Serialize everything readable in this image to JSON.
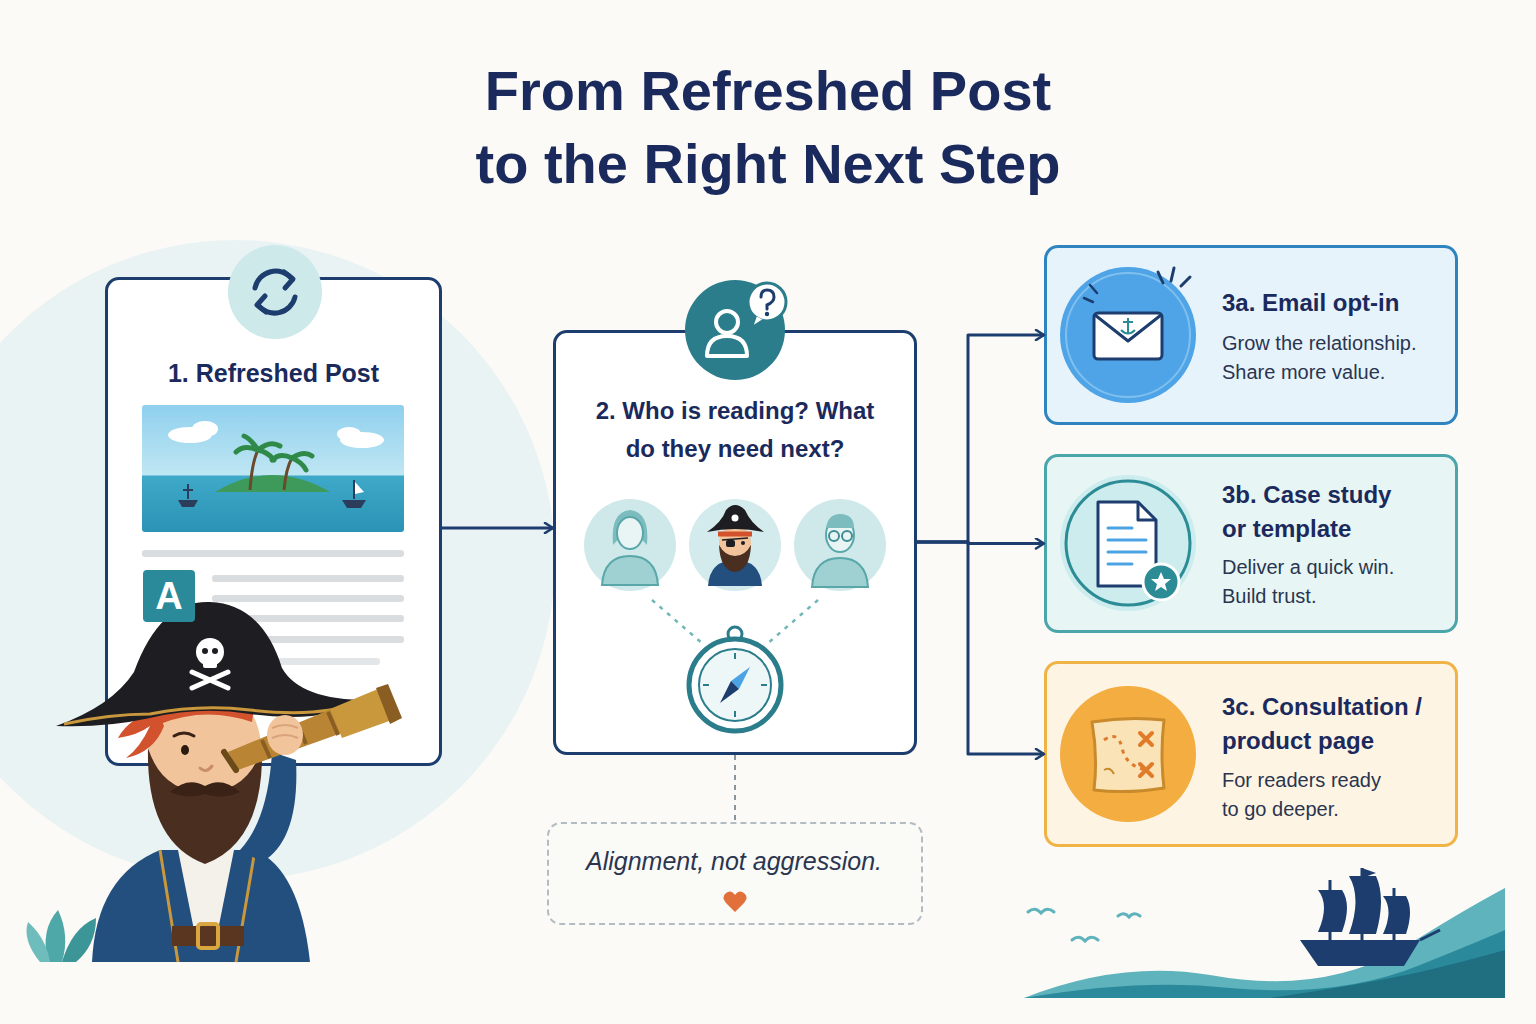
{
  "diagram": {
    "title": "From Refreshed Post to the Right Next Step",
    "nodes": [
      {
        "text": [
          "1. Refreshed Post"
        ]
      },
      {
        "text": [
          "2. Who is reading? What do they need next?"
        ]
      },
      {
        "text": [
          "3a. Email opt-in",
          "Grow the relationship. Share more value."
        ]
      },
      {
        "text": [
          "3b. Case study or template",
          "Deliver a quick win. Build trust."
        ]
      },
      {
        "text": [
          "3c. Consultation / product page",
          "For readers ready to go deeper."
        ]
      },
      {
        "text": [
          "Alignment, not aggression."
        ]
      }
    ],
    "edges": [
      {
        "from": 0,
        "to": 1,
        "arrow": "to"
      },
      {
        "from": 1,
        "to": 2,
        "arrow": "to"
      },
      {
        "from": 1,
        "to": 3,
        "arrow": "to"
      },
      {
        "from": 1,
        "to": 4,
        "arrow": "to"
      },
      {
        "from": 1,
        "to": 5,
        "arrow": "none"
      }
    ],
    "labels": [
      "A"
    ]
  }
}
